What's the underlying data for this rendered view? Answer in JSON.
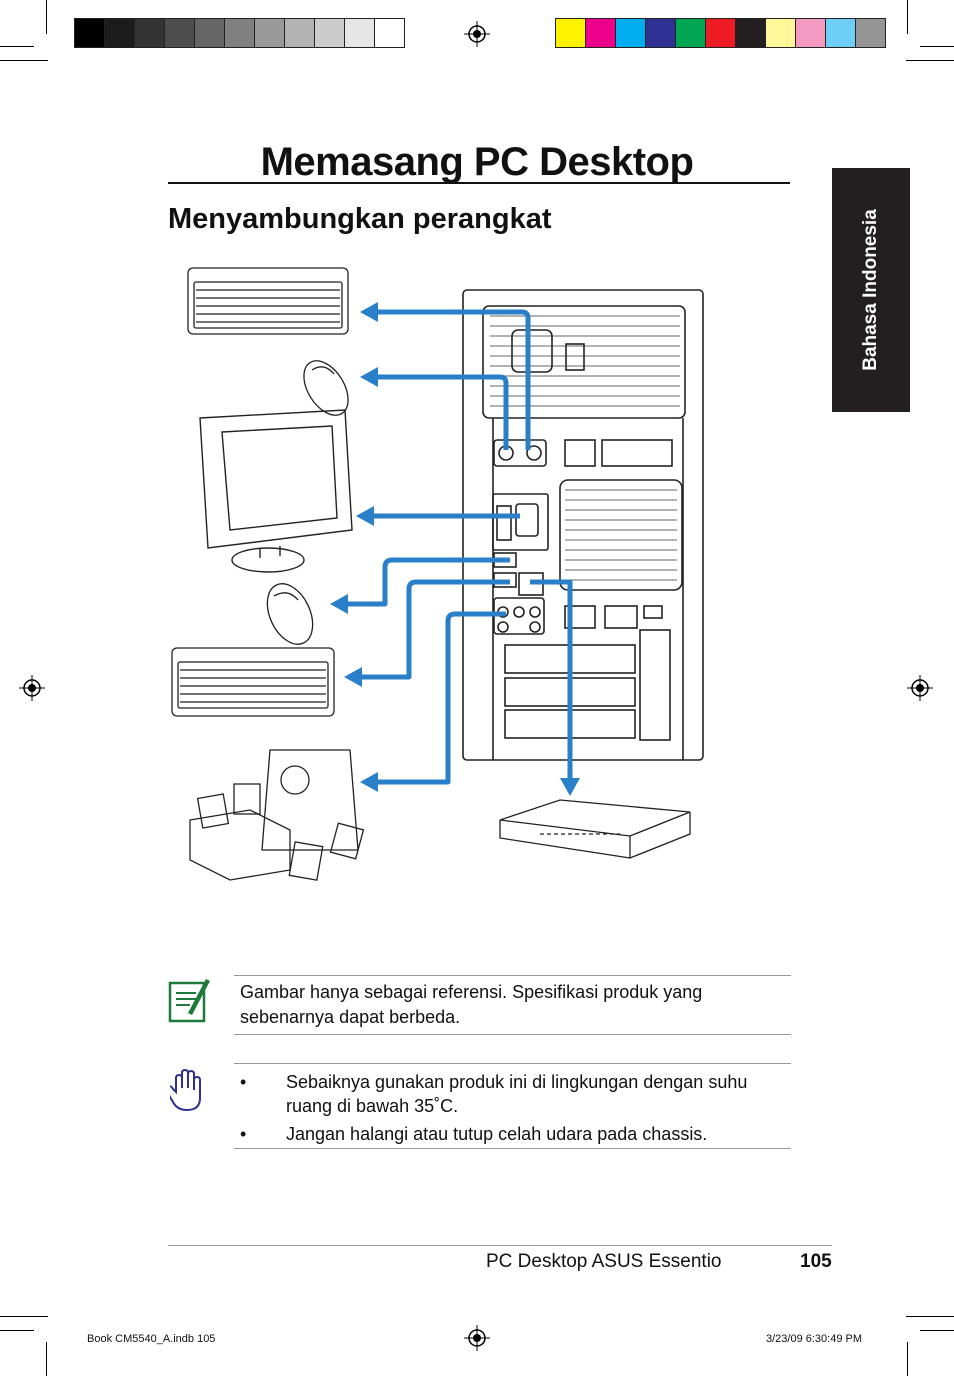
{
  "header": {
    "title": "Memasang PC Desktop",
    "subtitle": "Menyambungkan perangkat"
  },
  "side_tab": {
    "label": "Bahasa Indonesia"
  },
  "swatches": {
    "grays": [
      "#000000",
      "#1c1c1c",
      "#333333",
      "#4d4d4d",
      "#666666",
      "#808080",
      "#999999",
      "#b3b3b3",
      "#cccccc",
      "#e6e6e6",
      "#ffffff"
    ],
    "colors": [
      "#fff200",
      "#ec008c",
      "#00aeef",
      "#2e3192",
      "#00a651",
      "#ed1c24",
      "#231f20",
      "#fff799",
      "#f49ac1",
      "#6dcff6",
      "#959595"
    ]
  },
  "diagram": {
    "connectors": [
      "Keyboard",
      "Mouse",
      "Monitor",
      "USB Mouse",
      "USB Keyboard",
      "Speakers",
      "Network"
    ],
    "accent_color": "#2a7fc9"
  },
  "note": {
    "text": "Gambar hanya sebagai referensi.  Spesifikasi produk yang sebenarnya dapat berbeda.",
    "icon": "note-pencil-icon"
  },
  "warning": {
    "icon": "hand-icon",
    "items": [
      "Sebaiknya gunakan produk ini di lingkungan dengan suhu ruang di bawah 35˚C.",
      "Jangan halangi atau tutup celah udara pada chassis."
    ],
    "bullet": "•"
  },
  "footer": {
    "product": "PC Desktop ASUS Essentio",
    "page": "105"
  },
  "slug": {
    "file": "Book CM5540_A.indb   105",
    "date": "3/23/09   6:30:49 PM"
  }
}
